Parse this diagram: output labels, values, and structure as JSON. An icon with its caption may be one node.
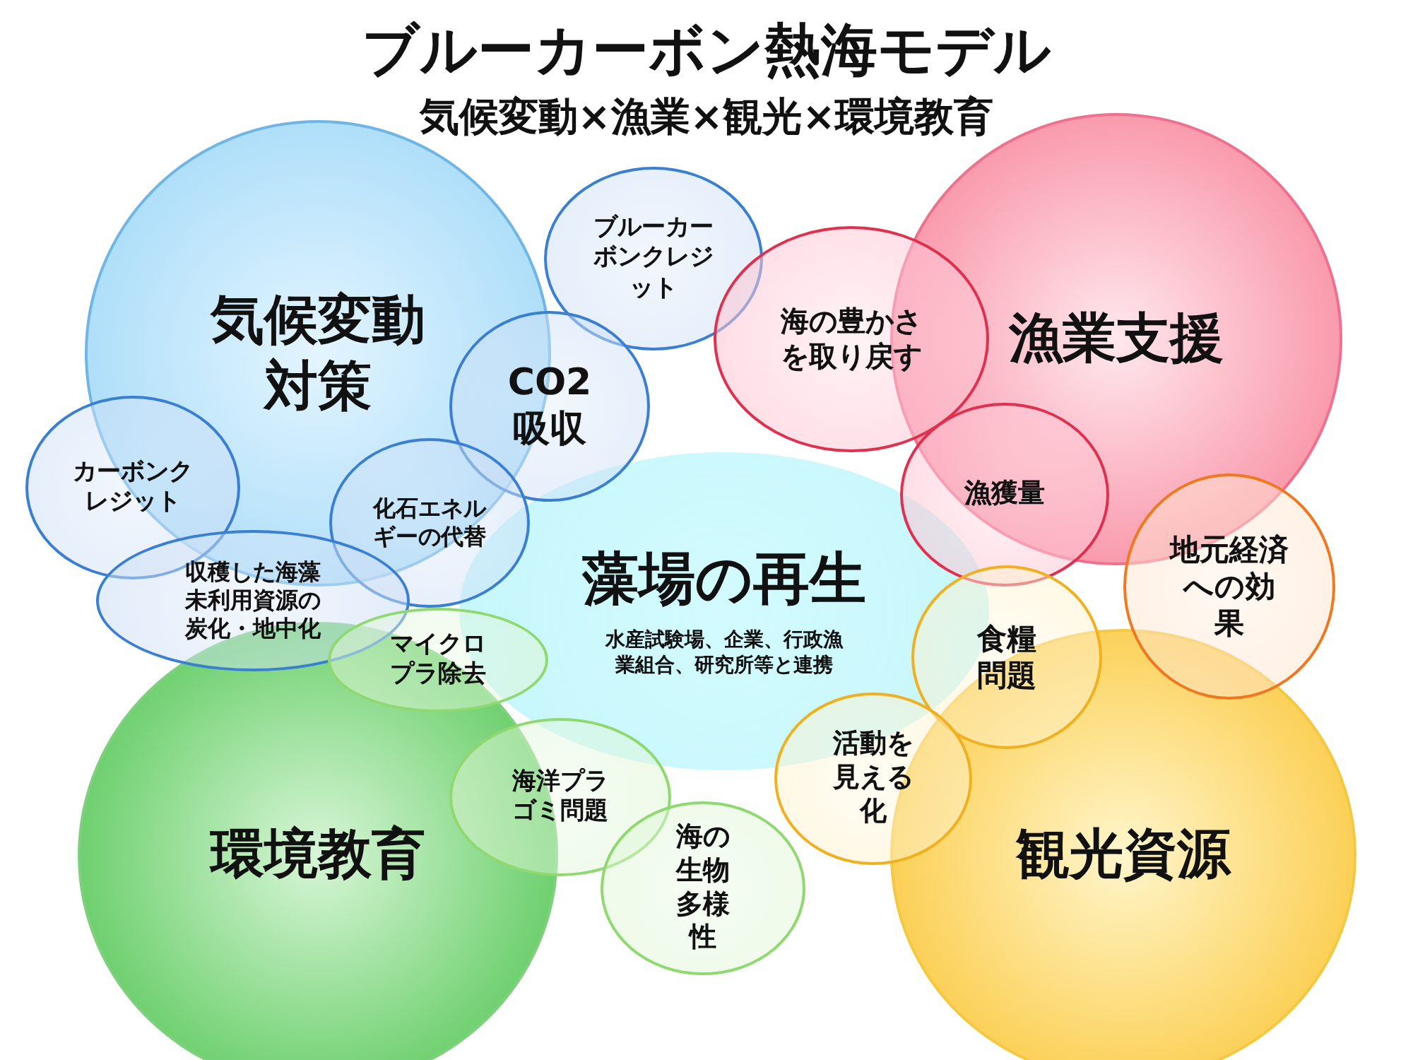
{
  "diagram": {
    "title": "ブルーカーボン熱海モデル",
    "nodes": [
      {
        "text": [
          "気候変動対策"
        ]
      },
      {
        "text": [
          "ブルーカーボンクレジット"
        ]
      },
      {
        "text": [
          "漁業支援"
        ]
      },
      {
        "text": [
          "海の豊かさを取り戻す"
        ]
      },
      {
        "text": [
          "CO2 吸収"
        ]
      },
      {
        "text": [
          "カーボンクレジット"
        ]
      },
      {
        "text": [
          "漁獲量"
        ]
      },
      {
        "text": [
          "化石エネルギーの代替"
        ]
      },
      {
        "text": [
          "藻場の再生",
          "水産試験場、企業、行政漁業組合、研究所等と連携"
        ]
      },
      {
        "text": [
          "地元経済への効果"
        ]
      },
      {
        "text": [
          "収穫した海藻未利用資源の炭化・地中化"
        ]
      },
      {
        "text": [
          "食糧問題"
        ]
      },
      {
        "text": [
          "マイクロプラ除去"
        ]
      },
      {
        "text": [
          "活動を見える化"
        ]
      },
      {
        "text": [
          "海洋プラゴミ問題"
        ]
      },
      {
        "text": [
          "環境教育"
        ]
      },
      {
        "text": [
          "観光資源"
        ]
      },
      {
        "text": [
          "海の生物多様性"
        ]
      }
    ],
    "labels": [
      "気候変動×漁業×観光×環境教育"
    ]
  }
}
